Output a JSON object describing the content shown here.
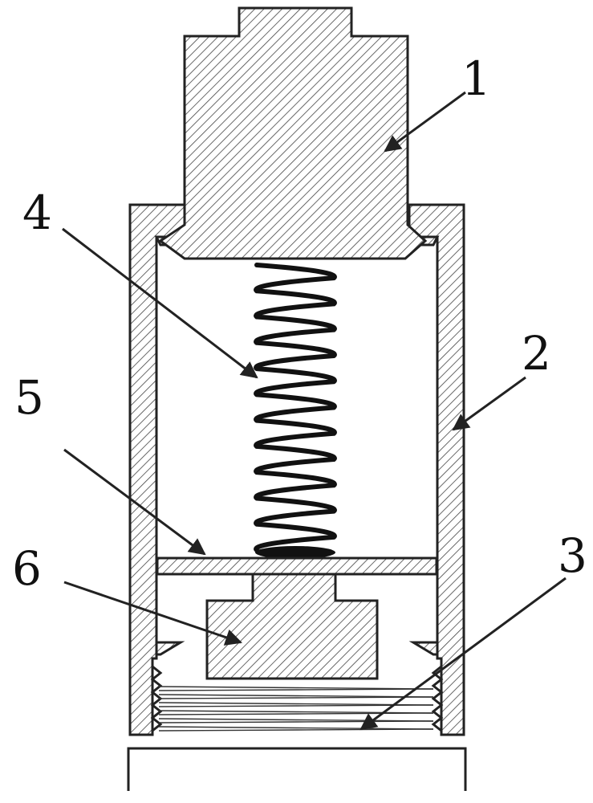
{
  "labels": {
    "one": "1",
    "two": "2",
    "three": "3",
    "four": "4",
    "five": "5",
    "six": "6"
  },
  "colors": {
    "line": "#222222",
    "hatch": "#444444",
    "background": "#ffffff"
  }
}
